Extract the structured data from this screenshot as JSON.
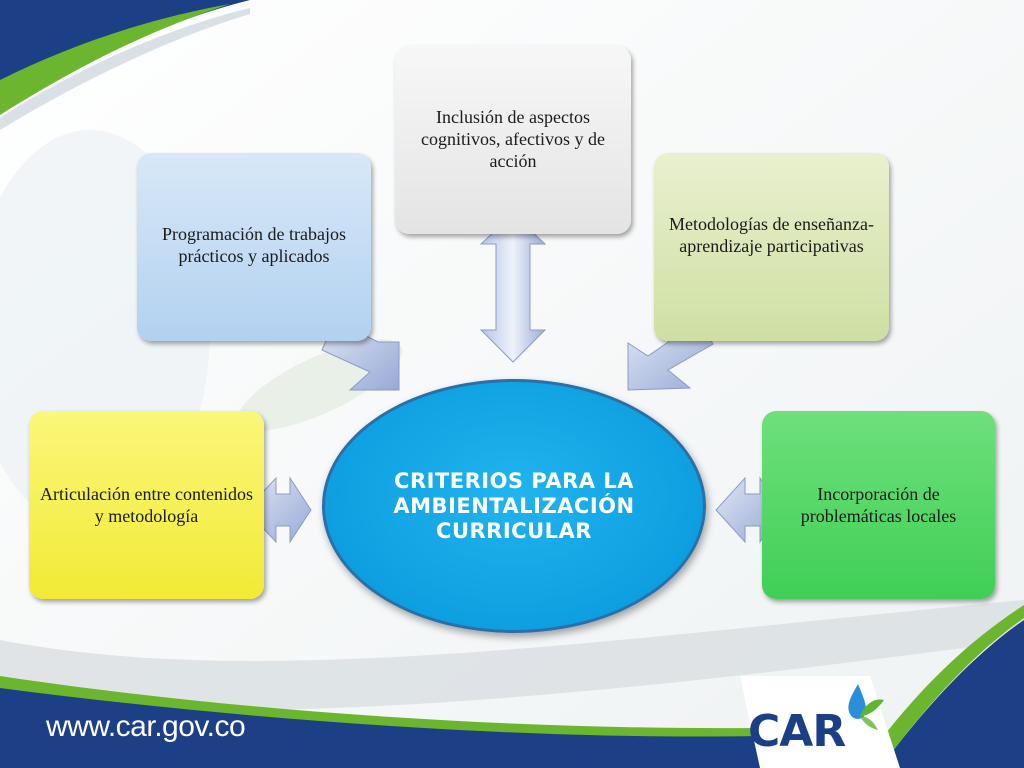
{
  "diagram": {
    "center": "CRITERIOS PARA LA AMBIENTALIZACIÓN CURRICULAR",
    "boxes": {
      "top": "Inclusión de aspectos cognitivos, afectivos y de acción",
      "upper_left": "Programación de trabajos prácticos y aplicados",
      "upper_right": "Metodologías de enseñanza-aprendizaje participativas",
      "left": "Articulación entre contenidos y metodología",
      "right": "Incorporación de problemáticas locales"
    }
  },
  "footer": {
    "url": "www.car.gov.co",
    "logo_text": "CAR"
  },
  "colors": {
    "center_fill": "#0d9fe0",
    "brand_navy": "#1b3f86",
    "brand_green": "#5fb52f"
  },
  "icons": [
    "water-drop-leaf-icon"
  ]
}
